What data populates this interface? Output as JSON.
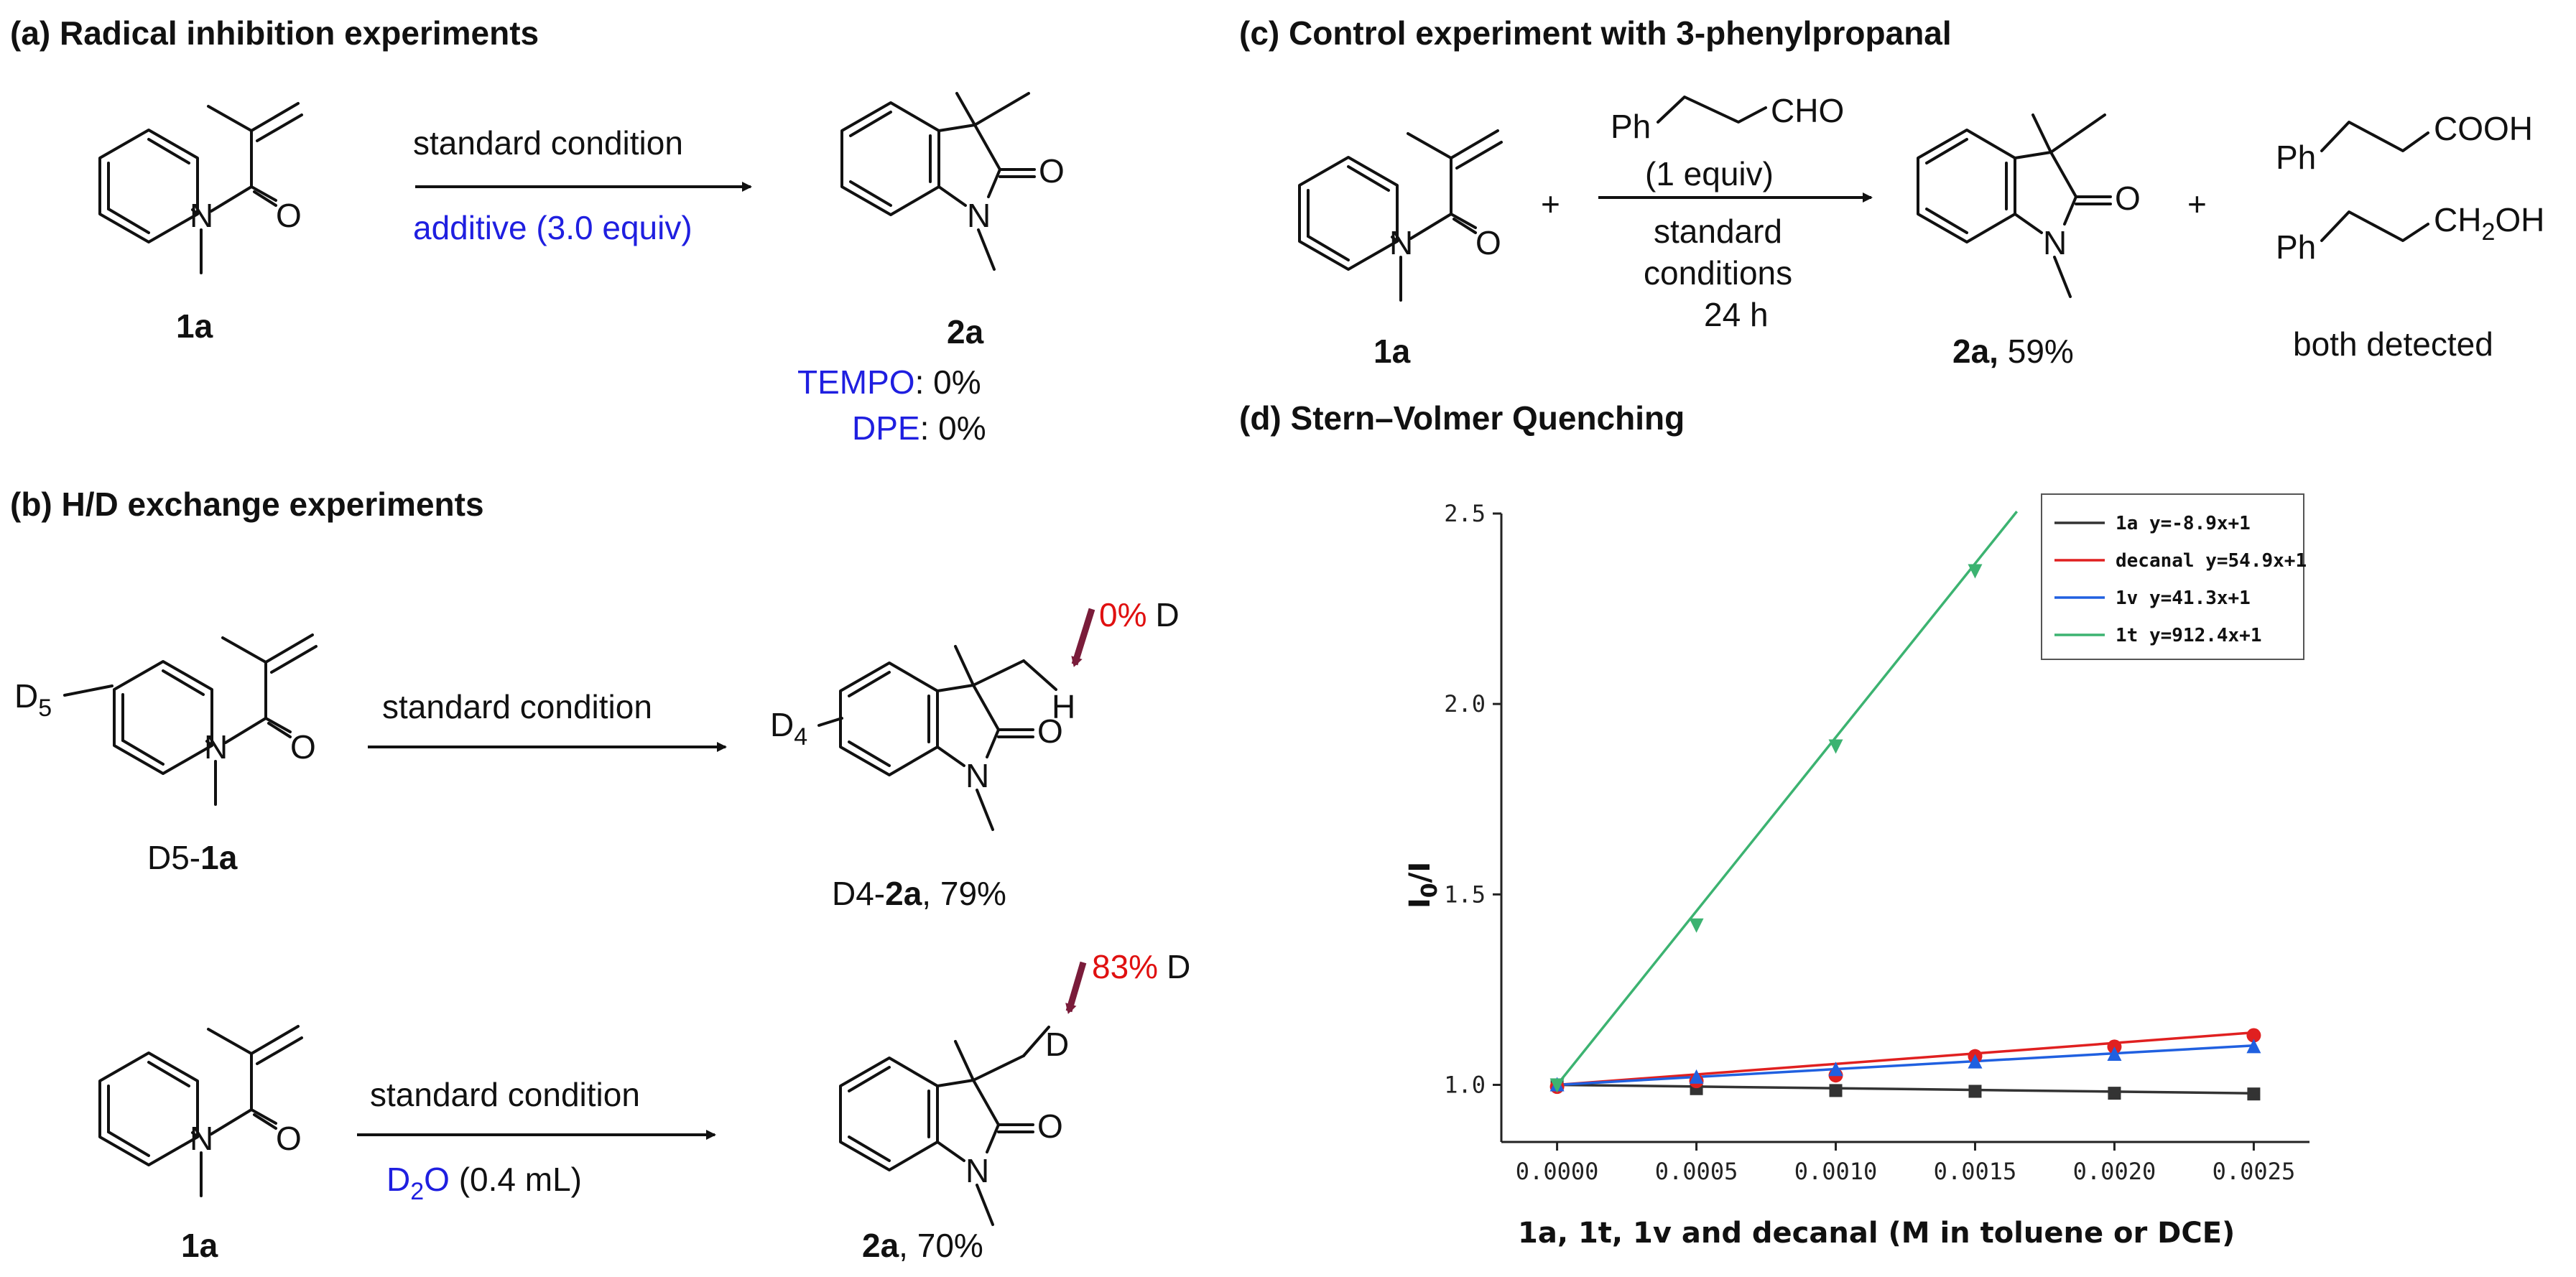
{
  "sections": {
    "a": {
      "title": "(a) Radical inhibition experiments",
      "condition": "standard condition",
      "additive": "additive (3.0 equiv)",
      "sm_label": "1a",
      "product_label": "2a",
      "result_tempo_name": "TEMPO",
      "result_tempo_value": ": 0%",
      "result_dpe_name": "DPE",
      "result_dpe_value": ": 0%"
    },
    "b": {
      "title": "(b) H/D exchange experiments",
      "rxn1": {
        "condition": "standard condition",
        "sm_label_prefix": "D5-",
        "sm_label_bold": "1a",
        "product_prefix": "D4-",
        "product_bold": "2a",
        "product_yield": ", 79%",
        "label_pct": "0%",
        "label_d": "D"
      },
      "rxn2": {
        "condition": "standard condition",
        "reagent_d": "D",
        "reagent_sub": "2",
        "reagent_o": "O",
        "reagent_amount": " (0.4 mL)",
        "sm_label": "1a",
        "product_bold": "2a",
        "product_yield": ", 70%",
        "label_pct": "83%",
        "label_d": "D"
      }
    },
    "c": {
      "title": "(c) Control experiment with 3-phenylpropanal",
      "reagent_ph": "Ph",
      "reagent_cho": "CHO",
      "reagent_equiv": "(1 equiv)",
      "cond1": "standard",
      "cond2": "conditions",
      "cond3": "24 h",
      "plus": "+",
      "sm_label": "1a",
      "product_bold": "2a,",
      "product_yield": " 59%",
      "byproduct_ph1": "Ph",
      "byproduct_acid": "COOH",
      "byproduct_ph2": "Ph",
      "byproduct_alc": "CH",
      "byproduct_alc_sub": "2",
      "byproduct_alc_end": "OH",
      "byproduct_note": "both detected"
    },
    "d": {
      "title": "(d) Stern–Volmer Quenching"
    }
  },
  "atoms": {
    "N": "N",
    "O": "O",
    "H": "H",
    "D": "D",
    "D5": "D",
    "D5sub": "5",
    "D4": "D",
    "D4sub": "4"
  },
  "chart_data": {
    "type": "line",
    "xlabel": "1a, 1t, 1v and decanal (M in toluene or DCE)",
    "ylabel_main": "I",
    "ylabel_sub": "0",
    "ylabel_end": "/I",
    "xlim": [
      -0.0002,
      0.0027
    ],
    "ylim": [
      0.85,
      2.5
    ],
    "xticks": [
      0.0,
      0.0005,
      0.001,
      0.0015,
      0.002,
      0.0025
    ],
    "xtick_labels": [
      "0.0000",
      "0.0005",
      "0.0010",
      "0.0015",
      "0.0020",
      "0.0025"
    ],
    "yticks": [
      1.0,
      1.5,
      2.0,
      2.5
    ],
    "ytick_labels": [
      "1.0",
      "1.5",
      "2.0",
      "2.5"
    ],
    "legend_position": "top-right",
    "series": [
      {
        "name": "1a y=-8.9x+1",
        "color": "#333333",
        "marker": "square",
        "x": [
          0.0,
          0.0005,
          0.001,
          0.0015,
          0.002,
          0.0025
        ],
        "y": [
          1.0,
          0.99,
          0.985,
          0.983,
          0.978,
          0.976
        ],
        "slope": -8.9,
        "x_end": 0.0025
      },
      {
        "name": "decanal y=54.9x+1",
        "color": "#e02020",
        "marker": "circle",
        "x": [
          0.0,
          0.0005,
          0.001,
          0.0015,
          0.002,
          0.0025
        ],
        "y": [
          0.995,
          1.01,
          1.025,
          1.075,
          1.1,
          1.13
        ],
        "slope": 54.9,
        "x_end": 0.0025
      },
      {
        "name": "1v y=41.3x+1",
        "color": "#2060e0",
        "marker": "triangle-up",
        "x": [
          0.0,
          0.0005,
          0.001,
          0.0015,
          0.002,
          0.0025
        ],
        "y": [
          1.0,
          1.02,
          1.04,
          1.06,
          1.08,
          1.1
        ],
        "slope": 41.3,
        "x_end": 0.0025
      },
      {
        "name": "1t y=912.4x+1",
        "color": "#3cb371",
        "marker": "triangle-down",
        "x": [
          0.0,
          0.0005,
          0.001,
          0.0015
        ],
        "y": [
          1.0,
          1.42,
          1.89,
          2.35
        ],
        "slope": 912.4,
        "x_end": 0.00165
      }
    ]
  }
}
